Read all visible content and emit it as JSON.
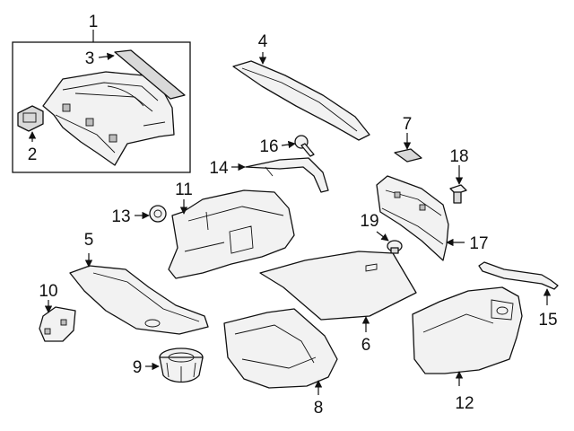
{
  "callouts": {
    "c1": "1",
    "c2": "2",
    "c3": "3",
    "c4": "4",
    "c5": "5",
    "c6": "6",
    "c7": "7",
    "c8": "8",
    "c9": "9",
    "c10": "10",
    "c11": "11",
    "c12": "12",
    "c13": "13",
    "c14": "14",
    "c15": "15",
    "c16": "16",
    "c17": "17",
    "c18": "18",
    "c19": "19"
  },
  "colors": {
    "line": "#111111",
    "part_fill": "#f2f2f2",
    "background": "#ffffff"
  }
}
